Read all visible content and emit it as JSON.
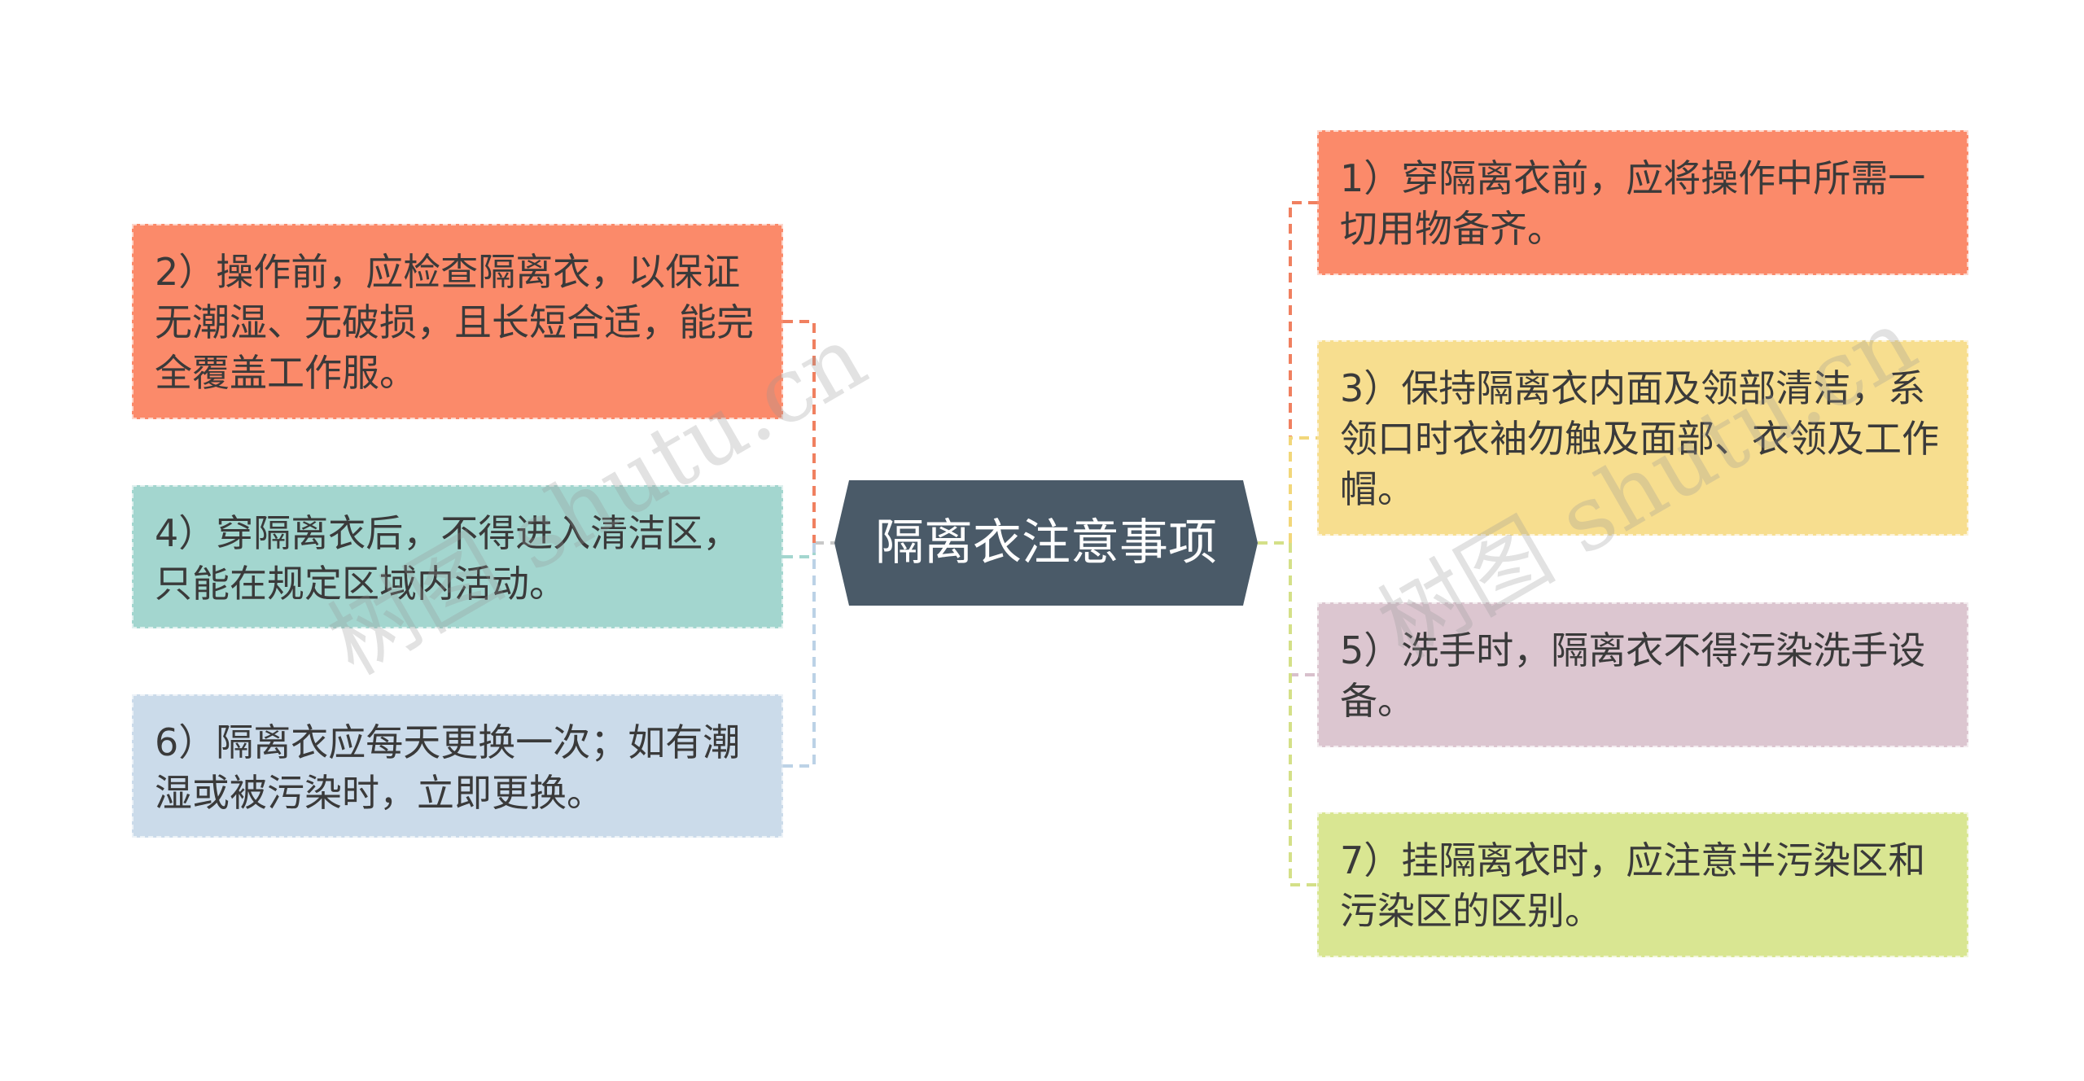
{
  "center": {
    "label": "隔离衣注意事项",
    "color": "#4a5a68"
  },
  "watermark": "树图 shutu.cn",
  "left_nodes": [
    {
      "text": "2）操作前，应检查隔离衣，以保证无潮湿、无破损，且长短合适，能完全覆盖工作服。",
      "color": "#fb8a6a",
      "line_color": "#f08060"
    },
    {
      "text": "4）穿隔离衣后，不得进入清洁区，只能在规定区域内活动。",
      "color": "#a3d6cf",
      "line_color": "#a3d6cf"
    },
    {
      "text": "6）隔离衣应每天更换一次；如有潮湿或被污染时，立即更换。",
      "color": "#cbdbea",
      "line_color": "#bcd2e6"
    }
  ],
  "right_nodes": [
    {
      "text": "1）穿隔离衣前，应将操作中所需一切用物备齐。",
      "color": "#fb8a6a",
      "line_color": "#f08060"
    },
    {
      "text": "3）保持隔离衣内面及领部清洁，系领口时衣袖勿触及面部、衣领及工作帽。",
      "color": "#f7de8f",
      "line_color": "#f2d77a"
    },
    {
      "text": "5）洗手时，隔离衣不得污染洗手设备。",
      "color": "#dcc6d0",
      "line_color": "#d8c0cc"
    },
    {
      "text": "7）挂隔离衣时，应注意半污染区和污染区的区别。",
      "color": "#d9e692",
      "line_color": "#d4e088"
    }
  ]
}
